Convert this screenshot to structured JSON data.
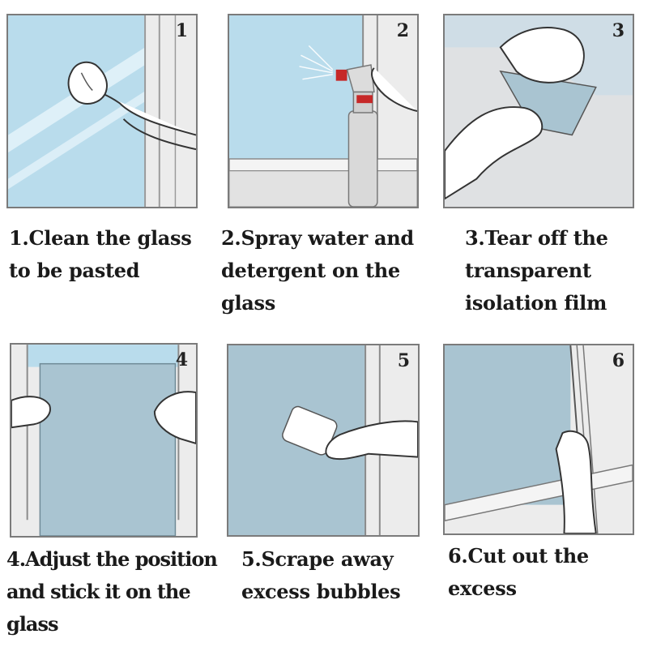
{
  "steps": [
    {
      "number": "1",
      "lines": [
        "1.Clean the glass",
        " to be pasted"
      ]
    },
    {
      "number": "2",
      "lines": [
        "2.Spray water and",
        "detergent on the",
        "glass"
      ]
    },
    {
      "number": "3",
      "lines": [
        "3.Tear off the",
        "transparent",
        "isolation film"
      ]
    },
    {
      "number": "4",
      "lines": [
        "4.Adjust the position",
        "and stick it on the",
        "glass"
      ]
    },
    {
      "number": "5",
      "lines": [
        "5.Scrape away",
        "excess bubbles"
      ]
    },
    {
      "number": "6",
      "lines": [
        "6.Cut out the",
        "excess"
      ]
    }
  ],
  "colors": {
    "glass": "#b9dcec",
    "film": "#a9c4d1",
    "frame": "#e9e9e9",
    "border": "#7b7b7b",
    "nozzle": "#c62828"
  }
}
